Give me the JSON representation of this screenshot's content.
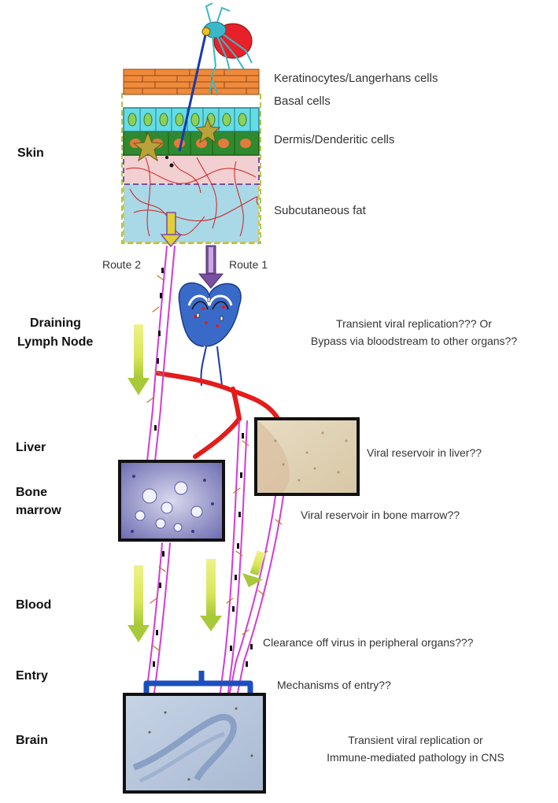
{
  "left_labels": {
    "skin": "Skin",
    "draining_lymph_node": [
      "Draining",
      "Lymph Node"
    ],
    "liver": "Liver",
    "bone_marrow": [
      "Bone",
      "marrow"
    ],
    "blood": "Blood",
    "entry": "Entry",
    "brain": "Brain"
  },
  "skin_layers": {
    "keratinocytes": "Keratinocytes/Langerhans  cells",
    "basal": "Basal cells",
    "dermis": "Dermis/Denderitic cells",
    "fat": "Subcutaneous fat"
  },
  "routes": {
    "route2": "Route 2",
    "route1": "Route 1"
  },
  "notes": {
    "lymph": [
      "Transient viral replication??? Or",
      "Bypass via bloodstream to other organs??"
    ],
    "liver": "Viral reservoir in liver??",
    "bone_marrow": "Viral reservoir in bone marrow??",
    "clearance": "Clearance off virus in peripheral organs???",
    "entry": "Mechanisms of entry??",
    "brain": [
      "Transient viral replication or",
      "Immune-mediated pathology in CNS"
    ]
  },
  "colors": {
    "epidermis": "#f08a3a",
    "basal": "#62dde6",
    "dermis": "#2f8a2f",
    "fat": "#a9d8e6",
    "vessel": "#d43ad8",
    "blood_red": "#e31c1c",
    "brain_bar": "#1b4fbf",
    "arrow_yellow": "#d6e85a",
    "route_arrow": "#7a4fa0"
  }
}
